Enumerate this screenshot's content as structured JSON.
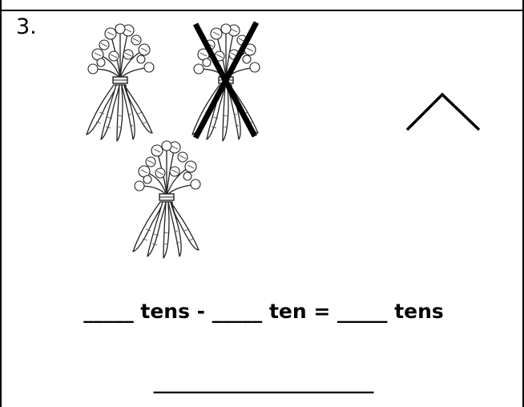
{
  "problem": {
    "number": "3.",
    "equation": "_____ tens - _____ ten = _____ tens",
    "answer_line": "______________________"
  },
  "pictures": {
    "bundle_count": 3,
    "crossed_out_count": 1,
    "icon": "carrot-bundle-icon"
  }
}
